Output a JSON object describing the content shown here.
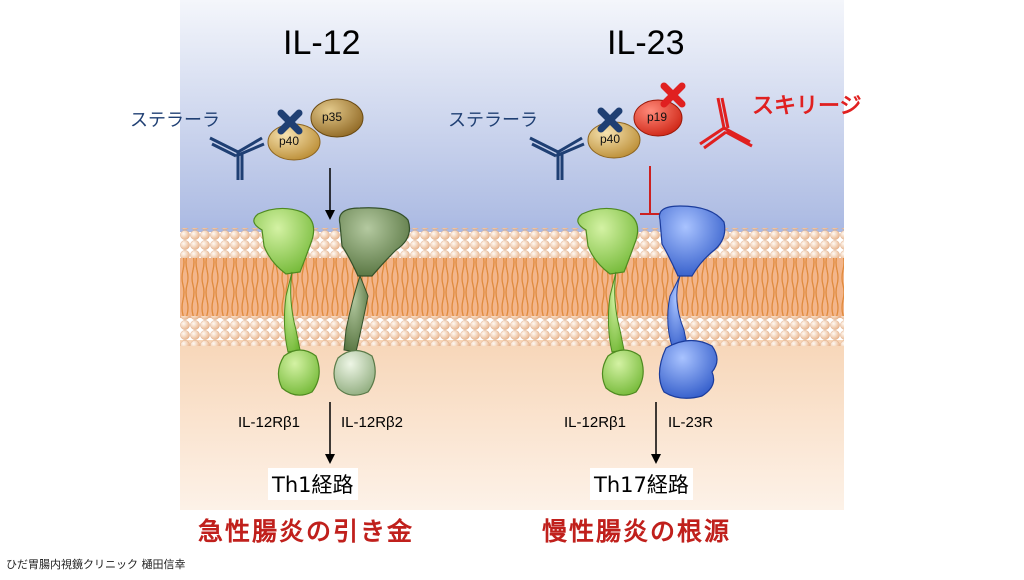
{
  "left_panel": {
    "title": "IL-12",
    "drug_label": "ステラーラ",
    "subunits": [
      "p35",
      "p40"
    ],
    "receptors": [
      "IL-12Rβ1",
      "IL-12Rβ2"
    ],
    "pathway": "Th1経路",
    "caption": "急性腸炎の引き金"
  },
  "right_panel": {
    "title": "IL-23",
    "drug_label_blue": "ステラーラ",
    "drug_label_red": "スキリージ",
    "subunits": [
      "p19",
      "p40"
    ],
    "receptors": [
      "IL-12Rβ1",
      "IL-23R"
    ],
    "pathway": "Th17経路",
    "caption": "慢性腸炎の根源"
  },
  "footer": "ひだ胃腸内視鏡クリニック 樋田信幸",
  "colors": {
    "blocker_blue": "#1f3f73",
    "blocker_red": "#e02020",
    "receptor_green": "#8fd14f",
    "receptor_darkgreen": "#5f7f45",
    "receptor_blue": "#3a66d6",
    "caption_red": "#c0201c"
  }
}
